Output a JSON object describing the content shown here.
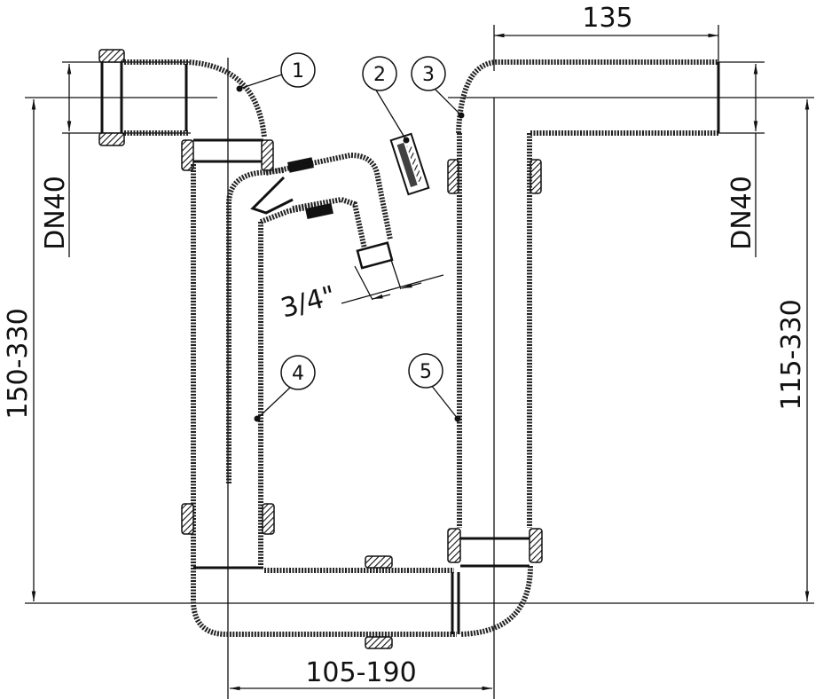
{
  "dimensions": {
    "top_width": "135",
    "left_diameter": "DN40",
    "right_diameter": "DN40",
    "left_height": "150-330",
    "right_height": "115-330",
    "bottom_width": "105-190",
    "valve_thread": "3/4\""
  },
  "callouts": [
    "1",
    "2",
    "3",
    "4",
    "5"
  ],
  "colors": {
    "line": "#111111",
    "background": "#ffffff"
  }
}
